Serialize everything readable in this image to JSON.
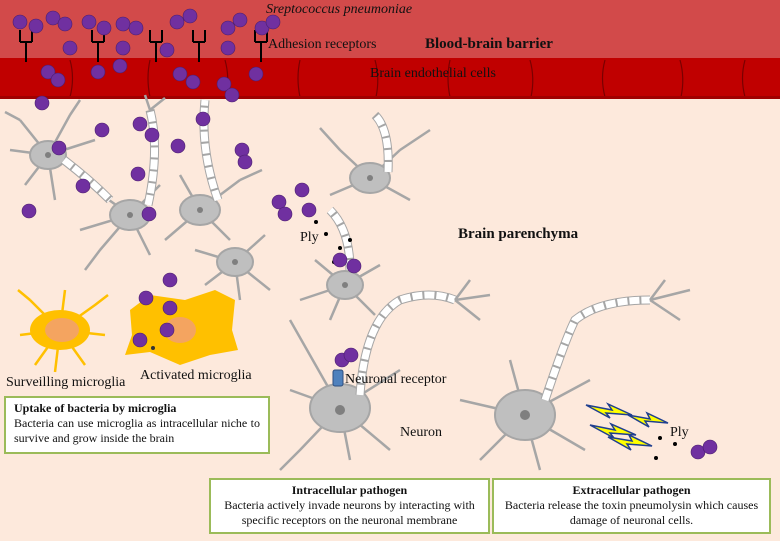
{
  "labels": {
    "bacteria": "Sreptococcus pneumoniae",
    "adhesion": "Adhesion receptors",
    "bbb": "Blood-brain  barrier",
    "endothelial": "Brain endothelial  cells",
    "parenchyma": "Brain parenchyma",
    "ply_top": "Ply",
    "ply_right": "Ply",
    "surveilling": "Surveilling microglia",
    "activated": "Activated microglia",
    "neuronal_receptor": "Neuronal receptor",
    "neuron": "Neuron"
  },
  "boxes": {
    "uptake": {
      "title": "Uptake of bacteria by microglia",
      "body": "Bacteria can use microglia as intracellular niche to survive and grow inside the brain"
    },
    "intracellular": {
      "title": "Intracellular pathogen",
      "body": "Bacteria actively invade neurons by interacting with specific receptors on the neuronal membrane"
    },
    "extracellular": {
      "title": "Extracellular pathogen",
      "body": "Bacteria release the toxin pneumolysin which causes damage of neuronal cells."
    }
  },
  "colors": {
    "bbb_band": "#d24a4a",
    "endothelial": "#c00000",
    "bacteria": "#7030a0",
    "neuron": "#bfbfbf",
    "microglia": "#ffc000",
    "nucleus": "#f4a460",
    "box_border": "#9bbb59",
    "background": "#fde9dc"
  }
}
